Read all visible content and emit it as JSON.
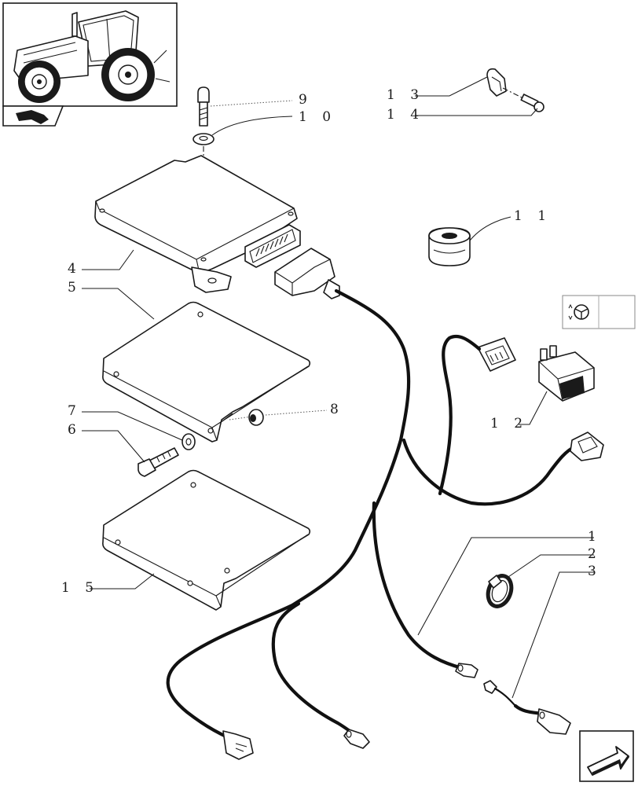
{
  "callouts": {
    "c1": "1",
    "c2": "2",
    "c3": "3",
    "c4": "4",
    "c5": "5",
    "c6": "6",
    "c7": "7",
    "c8": "8",
    "c9": "9",
    "c10": "1 0",
    "c11": "1 1",
    "c12": "1 2",
    "c13": "1 3",
    "c14": "1 4",
    "c15": "1 5"
  },
  "icons": {
    "thumbnail": "tractor-thumbnail-icon",
    "page_arrow": "page-previous-icon",
    "steering_symbol": "steering-wheel-icon",
    "next_page": "next-page-arrow-icon"
  },
  "colors": {
    "line": "#1a1a1a",
    "background": "#ffffff"
  }
}
